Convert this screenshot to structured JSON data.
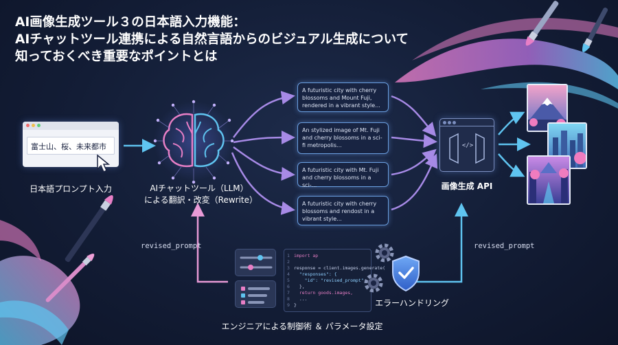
{
  "title": {
    "line1": "AI画像生成ツール３の日本語入力機能：",
    "line2": "AIチャットツール連携による自然言語からのビジュアル生成について",
    "line3": "知っておくべき重要なポイントとは"
  },
  "input": {
    "text": "富士山、桜、未来都市",
    "label": "日本語プロンプト入力"
  },
  "llm": {
    "label_line1": "AIチャットツール（LLM）",
    "label_line2": "による翻訳・改変（Rewrite）"
  },
  "variants": [
    "A futuristic city with cherry blossoms and Mount Fuji, rendered in a vibrant style...",
    "An stylized image of Mt. Fuji and cherry blossoms in a sci-fi metropolis...",
    "A futuristic city with Mt. Fuji and cherry blossoms in a sci-...",
    "A futuristic city with cherry blossoms and rendost in a vibrant style..."
  ],
  "api": {
    "label": "画像生成 API",
    "icon_text": "</>"
  },
  "loop": {
    "left_label": "revised_prompt",
    "right_label": "revised_prompt"
  },
  "code": {
    "lines": [
      {
        "n": "1",
        "text": "import ap"
      },
      {
        "n": "2",
        "text": ""
      },
      {
        "n": "3",
        "text": "response = client.images.generate("
      },
      {
        "n": "4",
        "text": "  \"responses\": {"
      },
      {
        "n": "5",
        "text": "    \"id\": \"revised_prompt\","
      },
      {
        "n": "6",
        "text": "  },"
      },
      {
        "n": "7",
        "text": "  return goods.images,"
      },
      {
        "n": "8",
        "text": "  ..."
      },
      {
        "n": "9",
        "text": "}"
      }
    ]
  },
  "error_handling": {
    "label": "エラーハンドリング"
  },
  "engineer": {
    "label": "エンジニアによる制御術 ＆ パラメータ設定"
  },
  "colors": {
    "accent_blue": "#5fc4f0",
    "accent_pink": "#e87fc6",
    "accent_purple": "#9b7fe0",
    "background": "#131d36"
  },
  "icons": {
    "cursor": "cursor-arrow-icon",
    "brain": "neural-brain-icon",
    "api": "code-window-icon",
    "gear": "gear-icon",
    "shield": "shield-check-icon",
    "sliders": "sliders-icon",
    "list": "list-icon",
    "brush": "paint-brush-icon"
  }
}
